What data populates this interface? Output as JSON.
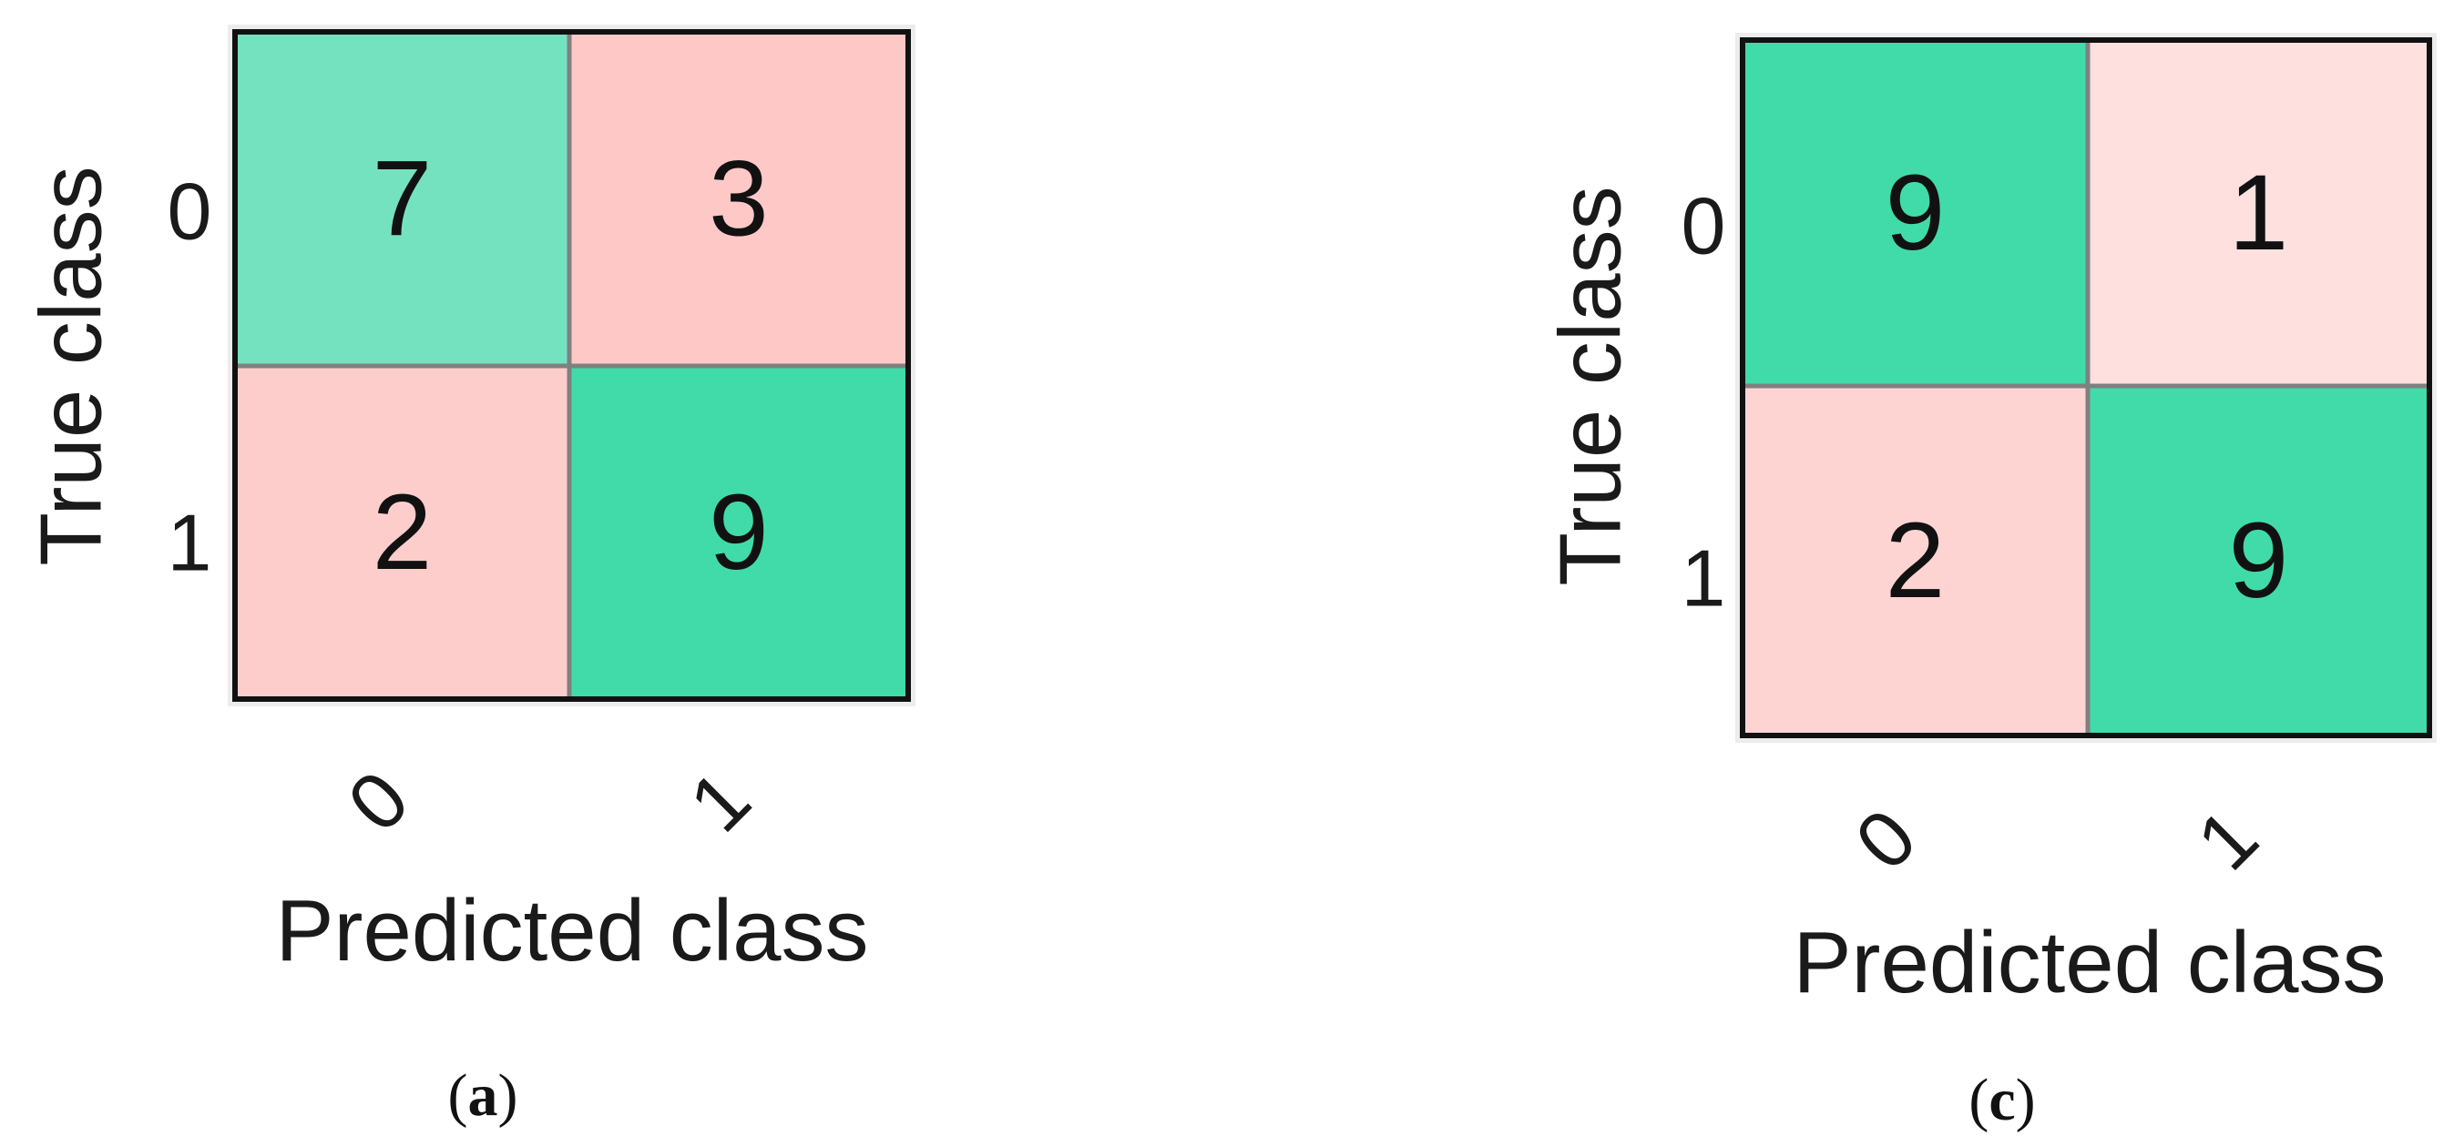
{
  "chart_data": [
    {
      "type": "heatmap",
      "panel": "a",
      "caption": "(a)",
      "caption_letter": "a",
      "xlabel": "Predicted class",
      "ylabel": "True class",
      "x_tick_labels": [
        "0",
        "1"
      ],
      "y_tick_labels": [
        "0",
        "1"
      ],
      "matrix": [
        [
          7,
          3
        ],
        [
          2,
          9
        ]
      ],
      "colors": [
        [
          "#74e2bf",
          "#fec8c6"
        ],
        [
          "#fdcdcb",
          "#40dba9"
        ]
      ]
    },
    {
      "type": "heatmap",
      "panel": "c",
      "caption": "(c)",
      "caption_letter": "c",
      "xlabel": "Predicted class",
      "ylabel": "True class",
      "x_tick_labels": [
        "0",
        "1"
      ],
      "y_tick_labels": [
        "0",
        "1"
      ],
      "matrix": [
        [
          9,
          1
        ],
        [
          2,
          9
        ]
      ],
      "colors": [
        [
          "#40dba9",
          "#fee0de"
        ],
        [
          "#fdd4d2",
          "#40dba9"
        ]
      ]
    }
  ],
  "style": {
    "grid_line_color": "#808080",
    "frame_color": "#111111",
    "panel_shadow_color": "#ececec"
  }
}
